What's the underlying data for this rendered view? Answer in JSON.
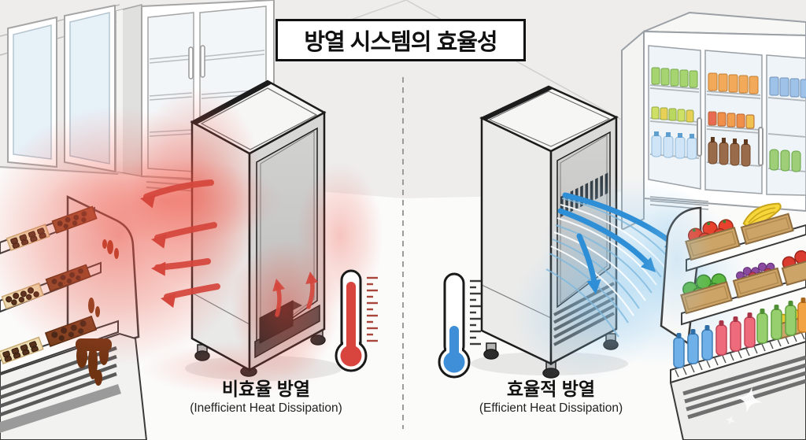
{
  "title": "방열 시스템의 효율성",
  "left_panel": {
    "label": "비효율 방열",
    "sublabel": "(Inefficient Heat Dissipation)",
    "thermometer_level": "high",
    "heat_color": "#d5463c",
    "mercury_color": "#d8453e"
  },
  "right_panel": {
    "label": "효율적 방열",
    "sublabel": "(Efficient Heat Dissipation)",
    "thermometer_level": "low",
    "air_color": "#2f8fd6",
    "mercury_color": "#3f8ed8"
  }
}
